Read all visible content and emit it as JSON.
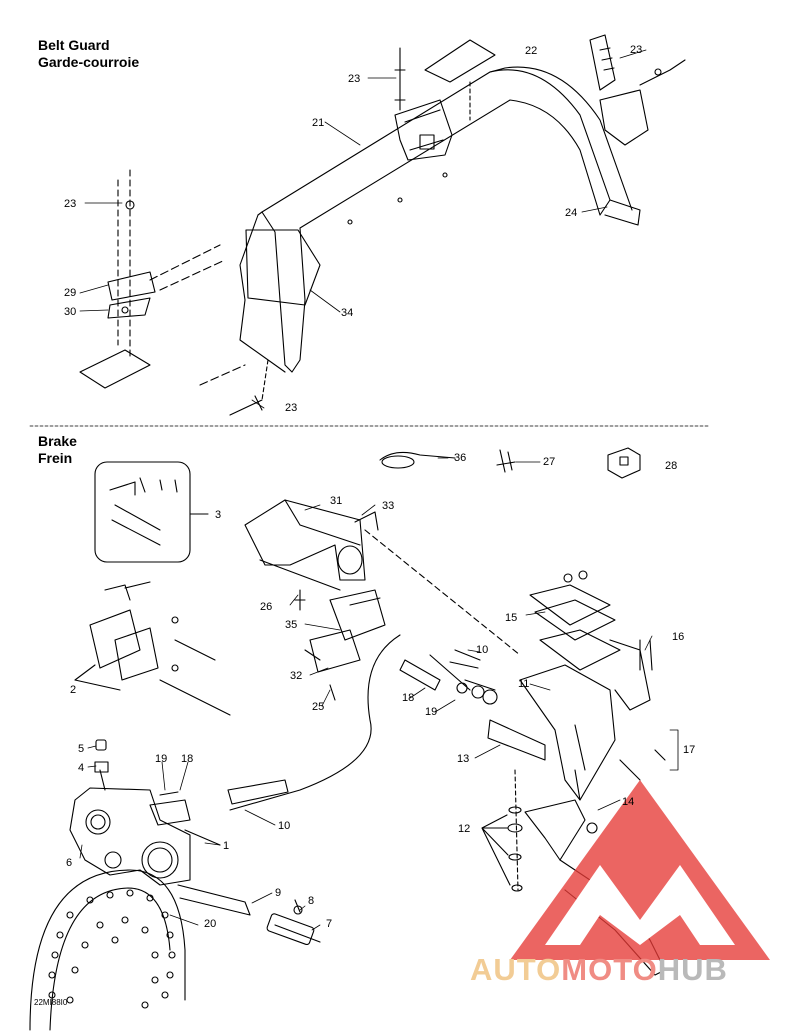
{
  "sections": {
    "belt_guard": {
      "title_en": "Belt Guard",
      "title_fr": "Garde-courroie"
    },
    "brake": {
      "title_en": "Brake",
      "title_fr": "Frein"
    }
  },
  "callouts": {
    "c21": "21",
    "c22": "22",
    "c23a": "23",
    "c23b": "23",
    "c23c": "23",
    "c23d": "23",
    "c24": "24",
    "c29": "29",
    "c30": "30",
    "c34": "34",
    "c36": "36",
    "c27": "27",
    "c28": "28",
    "c3": "3",
    "c31": "31",
    "c33": "33",
    "c26": "26",
    "c35": "35",
    "c32": "32",
    "c25": "25",
    "c2": "2",
    "c15": "15",
    "c16": "16",
    "c10a": "10",
    "c11": "11",
    "c18a": "18",
    "c19a": "19",
    "c13": "13",
    "c17": "17",
    "c5": "5",
    "c4": "4",
    "c19b": "19",
    "c18b": "18",
    "c14": "14",
    "c12": "12",
    "c10b": "10",
    "c1": "1",
    "c6": "6",
    "c9": "9",
    "c8": "8",
    "c20": "20",
    "c7": "7"
  },
  "diagram_code": "22MI88I0",
  "watermark": {
    "part1": "AUTO",
    "part2": "MOTO",
    "part3": "HUB",
    "colors": {
      "part1": "#f2cc95",
      "part2": "#f08c84",
      "part3": "#b9b9b9",
      "logo": "#e63a36"
    }
  }
}
